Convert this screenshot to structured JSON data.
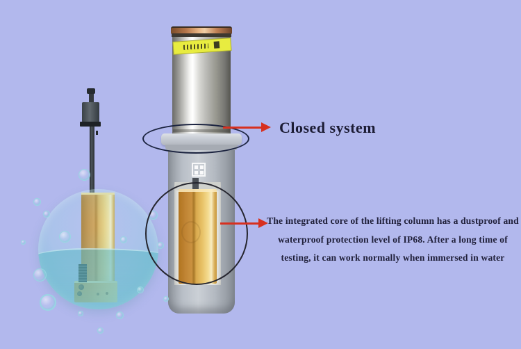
{
  "annotations": {
    "closed_system_label": "Closed system",
    "description_lines": [
      "The integrated core of the lifting column has a dustproof and",
      "waterproof protection level of IP68. After a long time of",
      "testing, it can work normally when immersed in water"
    ]
  },
  "colors": {
    "background": "#b2b8ed",
    "arrow_red": "#d7301f",
    "annotation_outline": "#1c2440",
    "label_text": "#1c1c34",
    "warning_band_yellow": "#e8ec40",
    "bollard_steel": "#d8d8d4",
    "copper_rim": "#e8b483",
    "housing_gray": "#bfc4ca",
    "core_gold": "#d9a94e",
    "water_teal": "#7fc4d2"
  }
}
